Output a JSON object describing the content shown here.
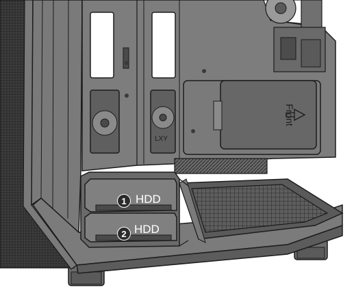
{
  "callouts": [
    {
      "number": "1",
      "text": "HDD"
    },
    {
      "number": "2",
      "text": "HDD"
    }
  ],
  "bracket_label": "Front",
  "front_panel_text": "LXY",
  "colors": {
    "line": "#1c1c1c",
    "panel_fill": "#6f6f6f",
    "panel_light": "#8a8a8a",
    "panel_dark": "#4a4a4a",
    "mesh_dark": "#2a2a2a",
    "badge_fill": "#2b2b2b",
    "badge_text": "#ffffff",
    "label_text": "#ffffff",
    "background": "#ffffff"
  }
}
